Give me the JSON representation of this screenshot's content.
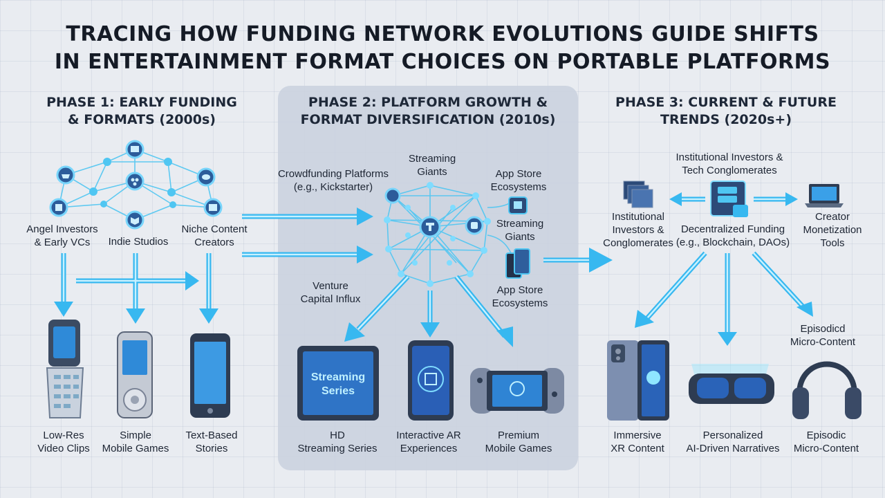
{
  "title": {
    "line1": "TRACING HOW FUNDING NETWORK EVOLUTIONS GUIDE SHIFTS",
    "line2": "IN ENTERTAINMENT FORMAT CHOICES ON PORTABLE PLATFORMS"
  },
  "phase1": {
    "heading_line1": "PHASE 1: EARLY FUNDING",
    "heading_line2": "& FORMATS (2000s)",
    "sources": [
      "Angel Investors\n& Early VCs",
      "Indie Studios",
      "Niche Content\nCreators"
    ],
    "formats": [
      "Low-Res\nVideo Clips",
      "Simple\nMobile Games",
      "Text-Based\nStories"
    ]
  },
  "phase2": {
    "heading_line1": "PHASE 2: PLATFORM GROWTH &",
    "heading_line2": "FORMAT DIVERSIFICATION (2010s)",
    "crowdfunding": "Crowdfunding Platforms\n(e.g., Kickstarter)",
    "streaming_top": "Streaming\nGiants",
    "appstore_top": "App Store\nEcosystems",
    "streaming_side": "Streaming\nGiants",
    "appstore_side": "App Store\nEcosystems",
    "venture": "Venture\nCapital Influx",
    "tablet_text": "Streaming\nSeries",
    "formats": [
      "HD\nStreaming Series",
      "Interactive AR\nExperiences",
      "Premium\nMobile Games"
    ]
  },
  "phase3": {
    "heading_line1": "PHASE 3: CURRENT & FUTURE",
    "heading_line2": "TRENDS (2020s+)",
    "institutional_top": "Institutional Investors &\nTech Conglomerates",
    "institutional_left": "Institutional\nInvestors &\nConglomerates",
    "decentralized": "Decentralized Funding\n(e.g., Blockchain, DAOs)",
    "creator_tools": "Creator\nMonetization\nTools",
    "episodic_top": "Episodicd\nMicro-Content",
    "formats": [
      "Immersive\nXR Content",
      "Personalized\nAI-Driven Narratives",
      "Episodic\nMicro-Content"
    ]
  },
  "colors": {
    "glow": "#37b8f0",
    "node": "#2c5c9a",
    "panel": "#c9d1de"
  },
  "icons": [
    "basket-icon",
    "people-icon",
    "mail-icon",
    "chat-icon",
    "app-icon",
    "book-icon",
    "phone-icon",
    "tablet-icon",
    "server-icon",
    "laptop-icon",
    "headset-icon",
    "vr-goggles-icon",
    "game-console-icon"
  ]
}
